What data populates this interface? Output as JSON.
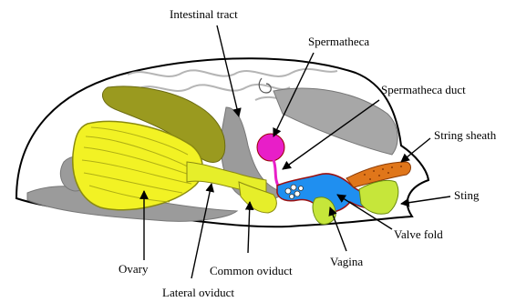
{
  "labels": {
    "intestinal_tract": "Intestinal tract",
    "spermatheca": "Spermatheca",
    "spermatheca_duct": "Spermatheca duct",
    "string_sheath": "String sheath",
    "sting": "Sting",
    "valve_fold": "Valve fold",
    "vagina": "Vagina",
    "common_oviduct": "Common oviduct",
    "lateral_oviduct": "Lateral oviduct",
    "ovary": "Ovary"
  },
  "colors": {
    "ovary": "#f2f224",
    "oviduct": "#e6ee2a",
    "intestine": "#9b9b9b",
    "air_sac": "#a7a7a7",
    "olive_organ": "#9a9a1f",
    "spermatheca": "#e81ec8",
    "vagina": "#1f8ff0",
    "sting_sheath": "#e0761a",
    "sting": "#c6e63a",
    "outline": "#000000"
  }
}
